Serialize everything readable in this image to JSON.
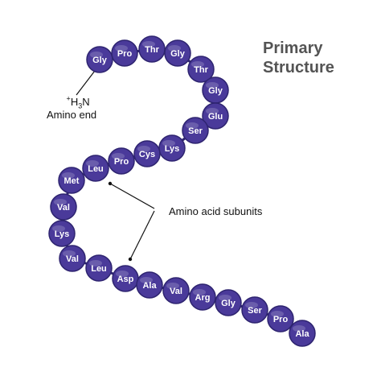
{
  "title_line1": "Primary",
  "title_line2": "Structure",
  "amino_end": {
    "superscript": "+",
    "element_h": "H",
    "subscript": "3",
    "element_n": "N",
    "caption": "Amino end"
  },
  "subunits_label": "Amino acid subunits",
  "colors": {
    "bead_fill": "#4a3a9a",
    "bead_stroke": "#2e2470",
    "bead_text": "#ffffff",
    "title": "#545454",
    "line": "#111111"
  },
  "residues": [
    "Gly",
    "Pro",
    "Thr",
    "Gly",
    "Thr",
    "Gly",
    "Glu",
    "Ser",
    "Lys",
    "Cys",
    "Pro",
    "Leu",
    "Met",
    "Val",
    "Lys",
    "Val",
    "Leu",
    "Asp",
    "Ala",
    "Val",
    "Arg",
    "Gly",
    "Ser",
    "Pro",
    "Ala"
  ]
}
